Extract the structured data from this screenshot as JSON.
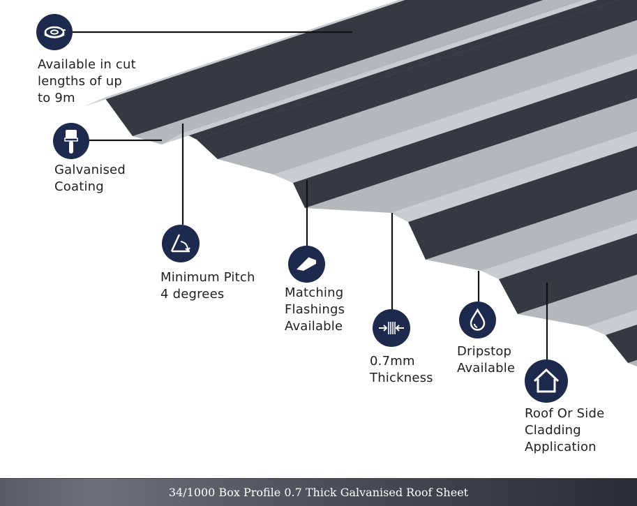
{
  "colors": {
    "icon_circle": "#1d2a4d",
    "sheet_dark": "#343a3f",
    "sheet_light": "#b4b8bb",
    "sheet_crest": "#c9cdd0",
    "leader_line": "#111111"
  },
  "features": [
    {
      "icon": "tape-measure-icon",
      "text": "Available in cut\nlengths of up\nto 9m"
    },
    {
      "icon": "paintbrush-icon",
      "text": "Galvanised\nCoating"
    },
    {
      "icon": "pitch-angle-icon",
      "text": "Minimum Pitch\n4 degrees"
    },
    {
      "icon": "flashing-icon",
      "text": "Matching\nFlashings\nAvailable"
    },
    {
      "icon": "thickness-icon",
      "text": "0.7mm\nThickness"
    },
    {
      "icon": "droplet-icon",
      "text": "Dripstop\nAvailable"
    },
    {
      "icon": "house-icon",
      "text": "Roof Or Side\nCladding\nApplication"
    }
  ],
  "caption": "34/1000 Box Profile 0.7 Thick Galvanised Roof Sheet"
}
